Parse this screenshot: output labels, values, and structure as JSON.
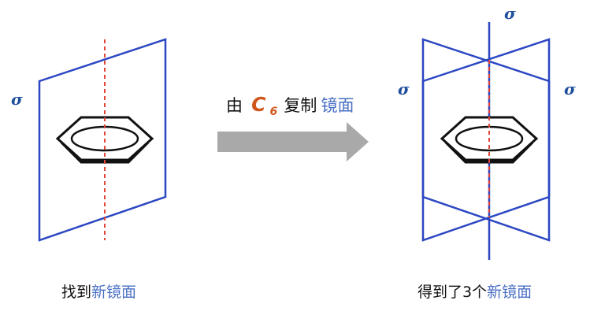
{
  "colors": {
    "plane": "#2b47c2",
    "axis": "#e0463a",
    "sigma": "#1f4f9c",
    "highlight": "#4a6fc5",
    "c6": "#d0561b",
    "text": "#111111",
    "arrow": "#a9a9a9"
  },
  "left_panel": {
    "sigma": "σ"
  },
  "arrow_label": {
    "prefix": "由",
    "c_symbol": "C",
    "c_subscript": "6",
    "middle": "复制",
    "highlight": "镜面"
  },
  "right_panel": {
    "sigma_top": "σ",
    "sigma_left": "σ",
    "sigma_right": "σ"
  },
  "captions": {
    "left_plain": "找到",
    "left_highlight": "新镜面",
    "right_plain": "得到了3个",
    "right_highlight": "新镜面"
  }
}
